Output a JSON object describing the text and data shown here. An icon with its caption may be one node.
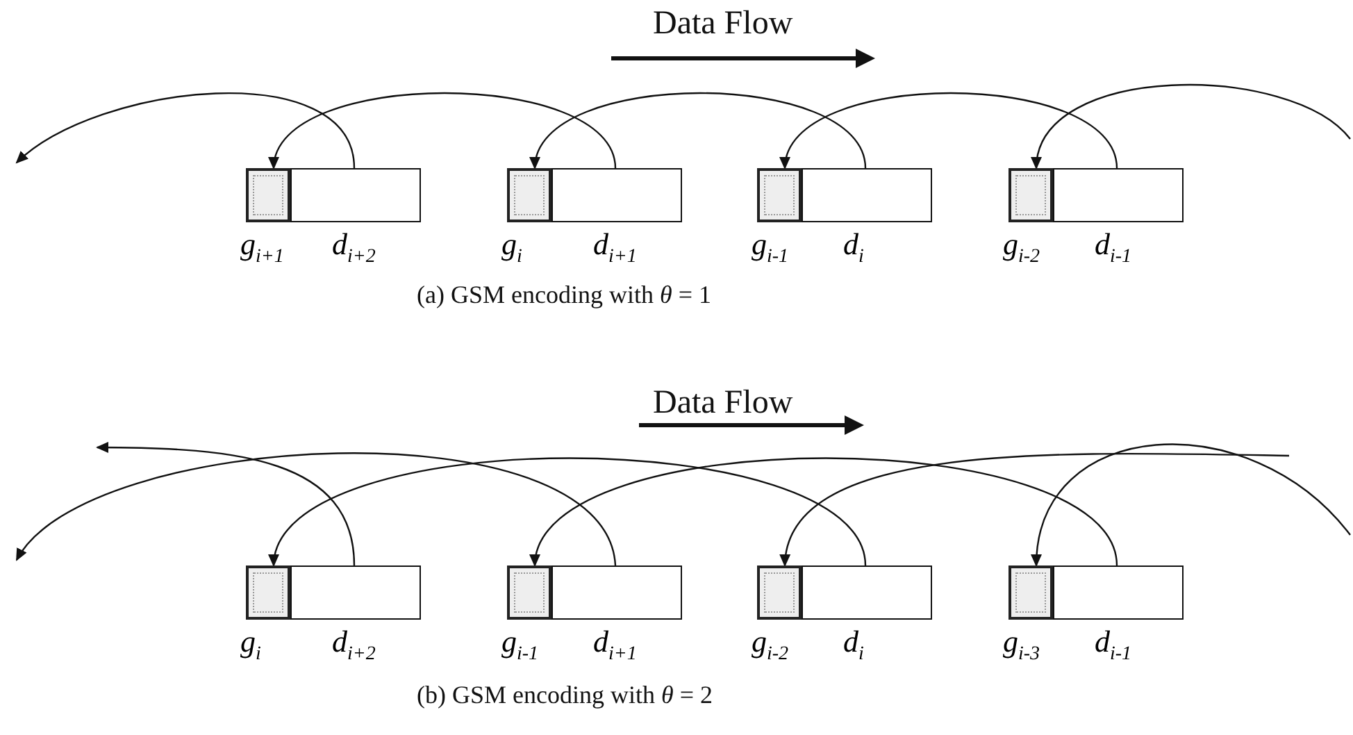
{
  "diagram": {
    "nodes": [
      {
        "text": [
          "g$_{i+1}$"
        ]
      },
      {
        "text": [
          "d$_{i+2}$"
        ]
      },
      {
        "text": [
          "g$_{i}$"
        ]
      },
      {
        "text": [
          "d$_{i+1}$"
        ]
      },
      {
        "text": [
          "g$_{i-1}$"
        ]
      },
      {
        "text": [
          "d$_{i}$"
        ]
      },
      {
        "text": [
          "g$_{i-2}$"
        ]
      },
      {
        "text": [
          "d$_{i-1}$"
        ]
      },
      {
        "text": [
          "g$_{i}$"
        ]
      },
      {
        "text": [
          "d$_{i+2}$"
        ]
      },
      {
        "text": [
          "g$_{i-1}$"
        ]
      },
      {
        "text": [
          "d$_{i+1}$"
        ]
      },
      {
        "text": [
          "g$_{i-2}$"
        ]
      },
      {
        "text": [
          "d$_{i}$"
        ]
      },
      {
        "text": [
          "g$_{i-3}$"
        ]
      },
      {
        "text": [
          "d$_{i-1}$"
        ]
      }
    ],
    "edges": [
      {
        "from": 1,
        "to": null,
        "arrow": "to"
      },
      {
        "from": 3,
        "to": 0,
        "arrow": "to"
      },
      {
        "from": 5,
        "to": 2,
        "arrow": "to"
      },
      {
        "from": 7,
        "to": 4,
        "arrow": "to"
      },
      {
        "from": null,
        "to": 6,
        "arrow": "to"
      },
      {
        "from": 9,
        "to": null,
        "arrow": "to"
      },
      {
        "from": 11,
        "to": null,
        "arrow": "to"
      },
      {
        "from": 13,
        "to": 8,
        "arrow": "to"
      },
      {
        "from": 15,
        "to": 10,
        "arrow": "to"
      },
      {
        "from": null,
        "to": 12,
        "arrow": "to"
      },
      {
        "from": null,
        "to": 14,
        "arrow": "to"
      }
    ],
    "labels": [
      "Data Flow",
      "(a)  GSM encoding with *θ* = 1",
      "Data Flow",
      "(b)  GSM encoding with *θ* = 2"
    ]
  }
}
